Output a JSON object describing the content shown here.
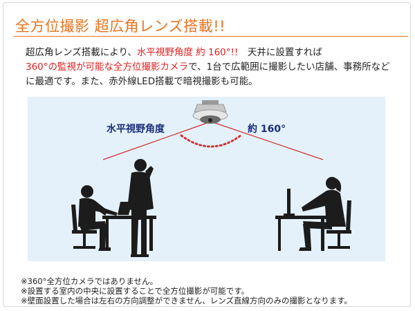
{
  "page": {
    "title": "全方位撮影 超広角レンズ搭載!!",
    "colors": {
      "accent": "#e8731e",
      "highlight": "#e02020",
      "scene_bg": "#e4f1fa",
      "angle_label": "#1a2d7a"
    }
  },
  "intro": {
    "line1_prefix": "超広角レンズ搭載により、",
    "line1_highlight": "水平視野角度 約 160°!!",
    "line1_suffix": "　天井に設置すれば",
    "line2_highlight": "360°の監視が可能な全方位撮影カメラ",
    "line2_suffix": "で、1台で広範囲に撮影したい店舗、事務所など",
    "line3": "に最適です。また、赤外線LED搭載で暗視撮影も可能。"
  },
  "illustration": {
    "angle_label_left": "水平視野角度",
    "angle_label_right": "約 160°",
    "icons": [
      "dome-camera-icon",
      "person-at-desk-icon",
      "person-on-phone-icon",
      "woman-at-desk-icon"
    ]
  },
  "notes": [
    "※360°全方位カメラではありません。",
    "※設置する室内の中央に設置することで全方位撮影が可能です。",
    "※壁面設置した場合は左右の方向調整ができません、レンズ直線方向のみの撮影となります。"
  ]
}
